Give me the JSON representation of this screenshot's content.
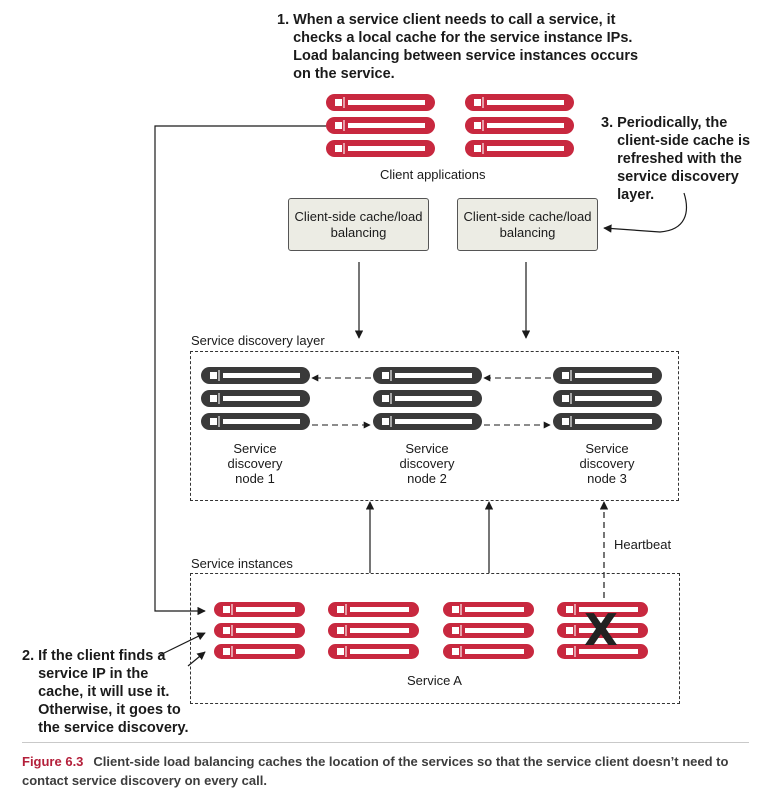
{
  "annotations": {
    "step1": "1. When a service client needs to call a service, it\n    checks a local cache for the service instance IPs.\n    Load balancing between service instances occurs\n    on the service.",
    "step2": "2. If the client finds a\n    service IP in the\n    cache, it will use it.\n    Otherwise, it goes to\n    the service discovery.",
    "step3": "3. Periodically, the\n    client-side cache is\n    refreshed with the\n    service discovery\n    layer."
  },
  "client_applications": {
    "label": "Client applications",
    "color": "#c8283f"
  },
  "caches": [
    {
      "label": "Client-side cache/load\nbalancing"
    },
    {
      "label": "Client-side cache/load\nbalancing"
    }
  ],
  "discovery_layer": {
    "label": "Service discovery layer",
    "color": "#3a3a3a",
    "nodes": [
      {
        "label": "Service\ndiscovery\nnode 1"
      },
      {
        "label": "Service\ndiscovery\nnode 2"
      },
      {
        "label": "Service\ndiscovery\nnode 3"
      }
    ]
  },
  "service_instances": {
    "label": "Service instances",
    "group_label": "Service A",
    "failed_mark": "X",
    "color": "#c8283f"
  },
  "heartbeat_label": "Heartbeat",
  "caption": {
    "figure": "Figure 6.3",
    "text": "Client-side load balancing caches the location of the services so that the service client doesn’t need to contact service discovery on every call."
  }
}
